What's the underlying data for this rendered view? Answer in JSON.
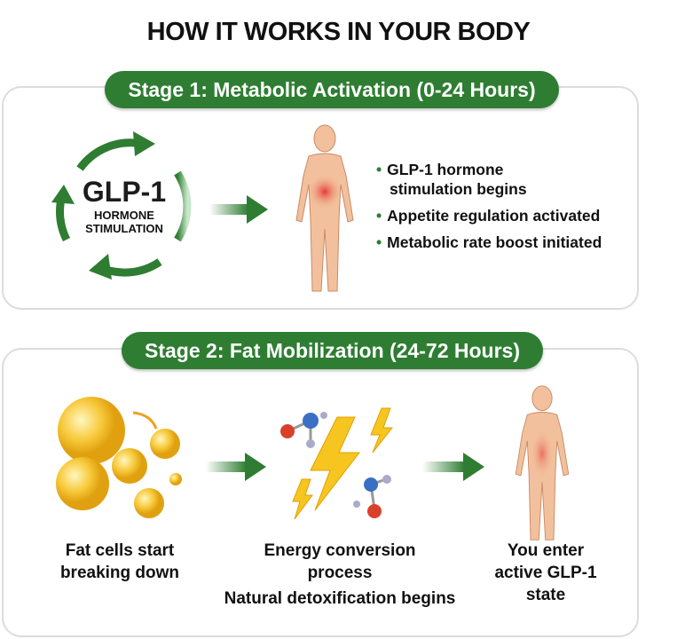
{
  "title": "HOW IT WORKS IN YOUR BODY",
  "stage1": {
    "label": "Stage 1: Metabolic Activation (0-24 Hours)",
    "glp": "GLP-1",
    "glp_sub1": "HORMONE",
    "glp_sub2": "STIMULATION",
    "bullets": [
      "GLP-1 hormone",
      "stimulation begins",
      "Appetite regulation activated",
      "Metabolic rate boost initiated"
    ]
  },
  "stage2": {
    "label": "Stage 2: Fat Mobilization (24-72 Hours)",
    "cap1": [
      "Fat cells start",
      "breaking down"
    ],
    "cap2": [
      "Energy conversion",
      "process",
      "Natural detoxification begins"
    ],
    "cap3": [
      "You enter",
      "active GLP-1",
      "state"
    ]
  },
  "colors": {
    "green": "#2e7d32",
    "skin": "#f2c09c"
  }
}
